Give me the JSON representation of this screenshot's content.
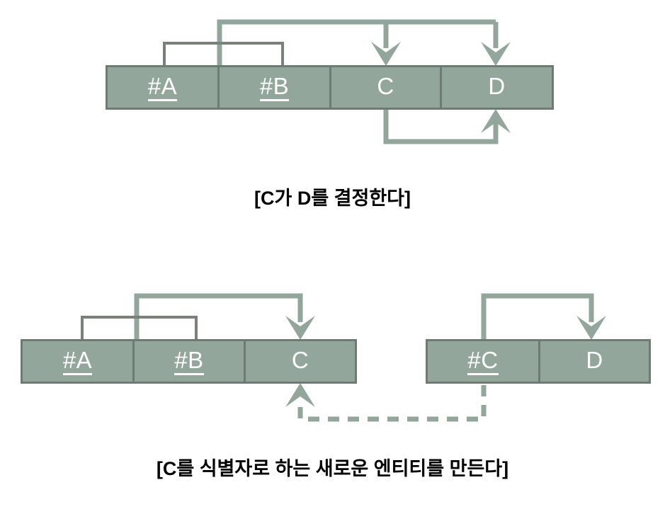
{
  "diagram": {
    "type": "er-identifier-relationship-diagram",
    "palette": {
      "entity_fill": "#93a69b",
      "entity_border": "#6d7b72",
      "connector": "#93a69b",
      "bracket": "#788279",
      "text_on_entity": "#ffffff",
      "caption_text": "#000000",
      "background": "#ffffff"
    },
    "figures": [
      {
        "id": "figure-top",
        "caption": "[C가 D를 결정한다]",
        "tables": [
          {
            "id": "table-abcd",
            "attributes": [
              {
                "label": "#A",
                "is_key": true
              },
              {
                "label": "#B",
                "is_key": true
              },
              {
                "label": "C",
                "is_key": false
              },
              {
                "label": "D",
                "is_key": false
              }
            ]
          }
        ],
        "relations": [
          {
            "from": "#A,#B",
            "to": "C",
            "style": "solid"
          },
          {
            "from": "#A,#B",
            "to": "D",
            "style": "solid"
          },
          {
            "from": "C",
            "to": "D",
            "style": "solid"
          }
        ]
      },
      {
        "id": "figure-bottom",
        "caption": "[C를 식별자로 하는 새로운 엔티티를 만든다]",
        "tables": [
          {
            "id": "table-abc",
            "attributes": [
              {
                "label": "#A",
                "is_key": true
              },
              {
                "label": "#B",
                "is_key": true
              },
              {
                "label": "C",
                "is_key": false
              }
            ]
          },
          {
            "id": "table-cd",
            "attributes": [
              {
                "label": "#C",
                "is_key": true
              },
              {
                "label": "D",
                "is_key": false
              }
            ]
          }
        ],
        "relations": [
          {
            "from": "#A,#B",
            "to": "C",
            "style": "solid"
          },
          {
            "from": "#C",
            "to": "D",
            "style": "solid"
          },
          {
            "from": "#C",
            "to": "C",
            "style": "dashed"
          }
        ]
      }
    ]
  }
}
